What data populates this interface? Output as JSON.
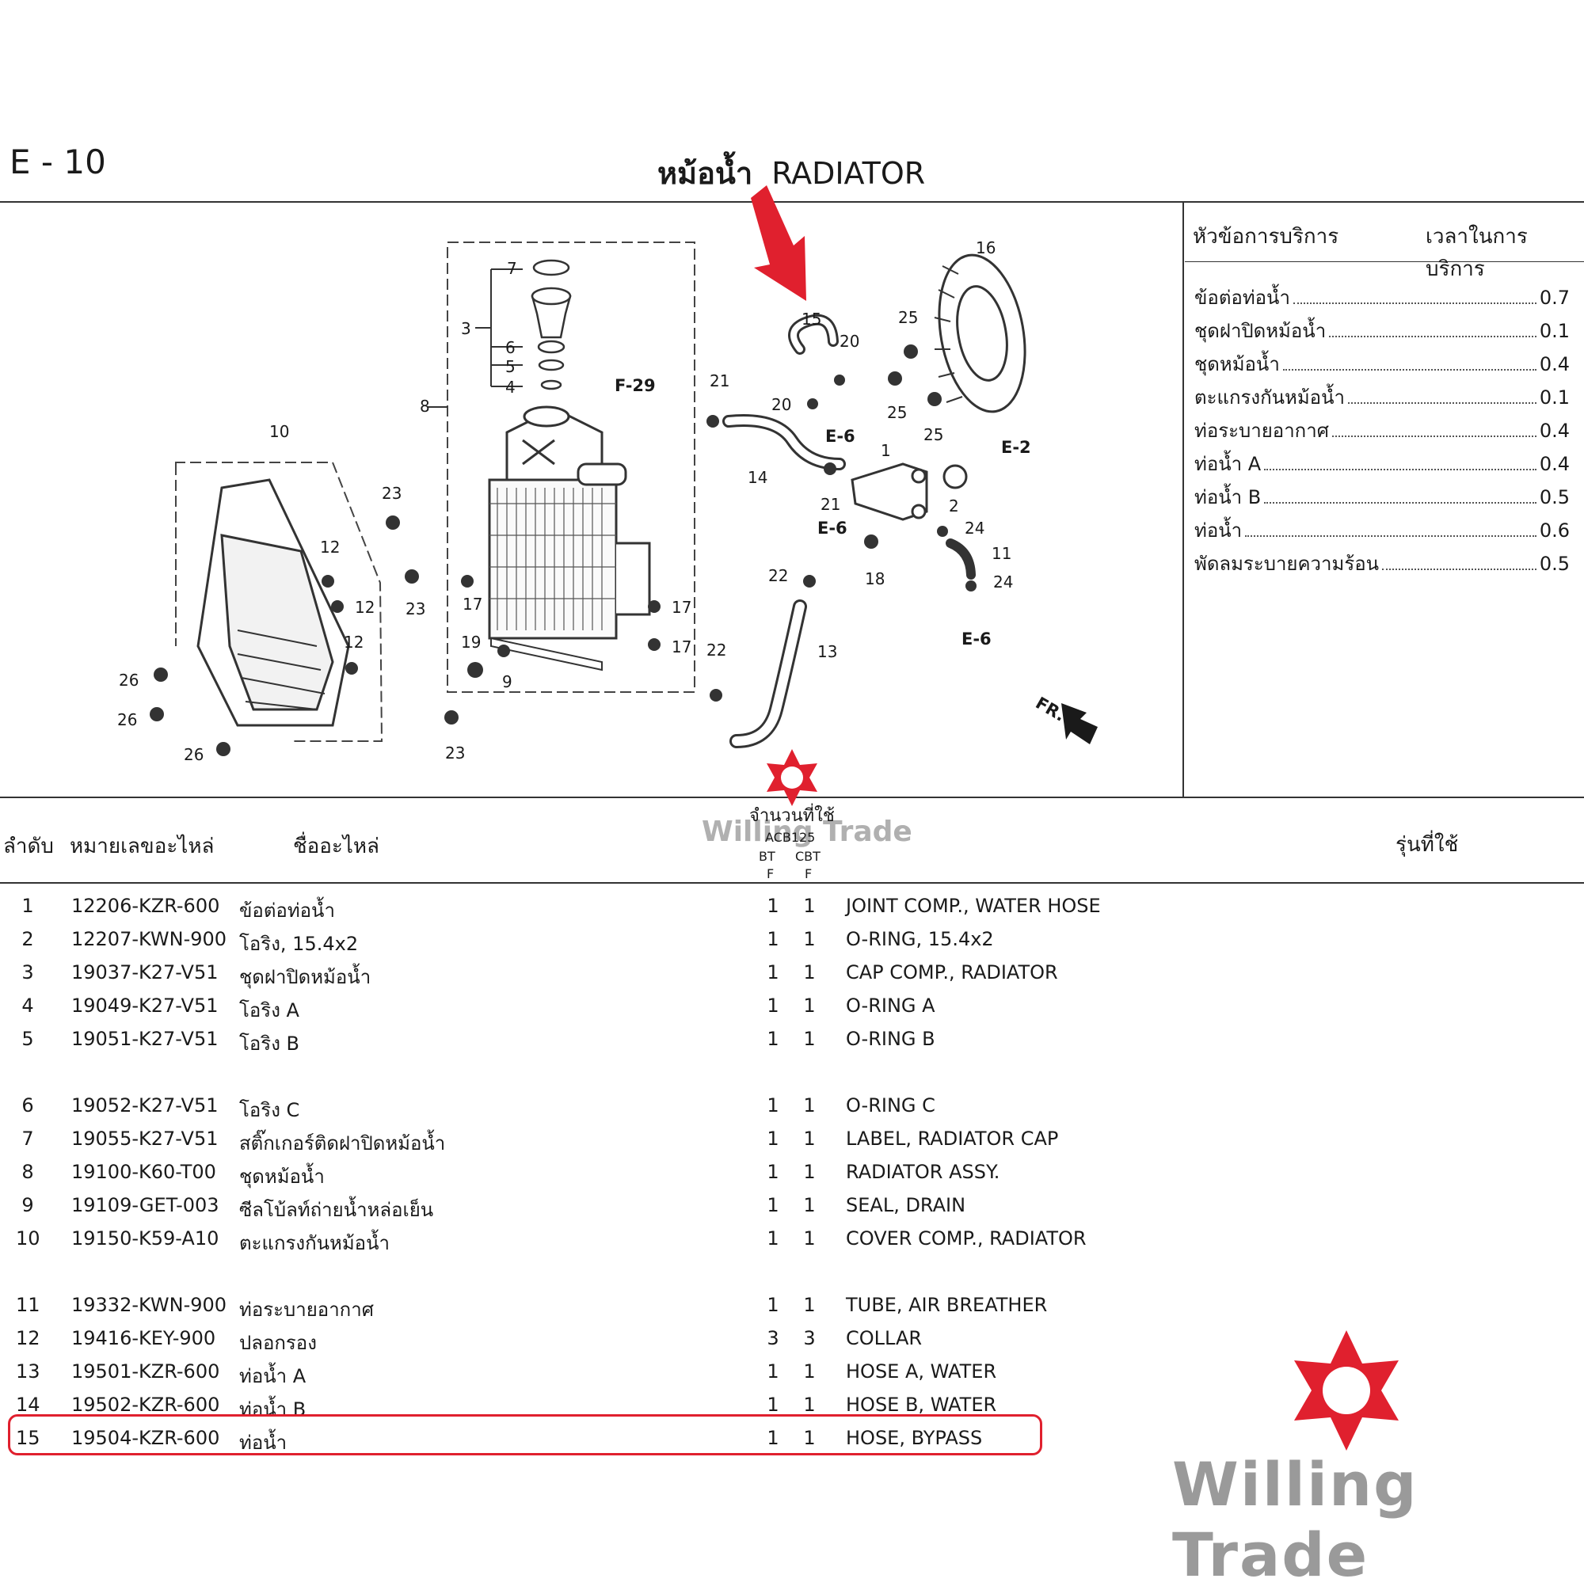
{
  "header": {
    "page_code": "E - 10",
    "title_th": "หม้อน้ำ",
    "title_en": "RADIATOR"
  },
  "service": {
    "head_item": "หัวข้อการบริการ",
    "head_time": "เวลาในการบริการ",
    "rows": [
      {
        "name": "ข้อต่อท่อน้ำ",
        "time": "0.7"
      },
      {
        "name": "ชุดฝาปิดหม้อน้ำ",
        "time": "0.1"
      },
      {
        "name": "ชุดหม้อน้ำ",
        "time": "0.4"
      },
      {
        "name": "ตะแกรงกันหม้อน้ำ",
        "time": "0.1"
      },
      {
        "name": "ท่อระบายอากาศ",
        "time": "0.4"
      },
      {
        "name": "ท่อน้ำ A",
        "time": "0.4"
      },
      {
        "name": "ท่อน้ำ B",
        "time": "0.5"
      },
      {
        "name": "ท่อน้ำ",
        "time": "0.6"
      },
      {
        "name": "พัดลมระบายความร้อน",
        "time": "0.5"
      }
    ]
  },
  "diagram": {
    "callouts": [
      "1",
      "2",
      "3",
      "4",
      "5",
      "6",
      "7",
      "8",
      "9",
      "10",
      "11",
      "12",
      "12",
      "12",
      "13",
      "14",
      "15",
      "16",
      "17",
      "17",
      "17",
      "18",
      "19",
      "20",
      "20",
      "21",
      "21",
      "22",
      "22",
      "23",
      "23",
      "23",
      "24",
      "24",
      "25",
      "25",
      "25",
      "26",
      "26",
      "26"
    ],
    "refs": [
      "F-29",
      "E-6",
      "E-6",
      "E-6",
      "E-2"
    ],
    "fr_label": "FR."
  },
  "table": {
    "head_no": "ลำดับ",
    "head_part_no": "หมายเลขอะไหล่",
    "head_name": "ชื่ออะไหล่",
    "head_qty": "จำนวนที่ใช้",
    "head_model": "ACB125",
    "col1_top": "BT",
    "col1_bot": "F",
    "col2_top": "CBT",
    "col2_bot": "F",
    "head_usage": "รุ่นที่ใช้",
    "rows": [
      {
        "no": "1",
        "part": "12206-KZR-600",
        "th": "ข้อต่อท่อน้ำ",
        "q1": "1",
        "q2": "1",
        "en": "JOINT COMP., WATER HOSE"
      },
      {
        "no": "2",
        "part": "12207-KWN-900",
        "th": "โอริง, 15.4x2",
        "q1": "1",
        "q2": "1",
        "en": "O-RING, 15.4x2"
      },
      {
        "no": "3",
        "part": "19037-K27-V51",
        "th": "ชุดฝาปิดหม้อน้ำ",
        "q1": "1",
        "q2": "1",
        "en": "CAP COMP., RADIATOR"
      },
      {
        "no": "4",
        "part": "19049-K27-V51",
        "th": "โอริง A",
        "q1": "1",
        "q2": "1",
        "en": "O-RING A"
      },
      {
        "no": "5",
        "part": "19051-K27-V51",
        "th": "โอริง B",
        "q1": "1",
        "q2": "1",
        "en": "O-RING B"
      },
      {
        "no": "6",
        "part": "19052-K27-V51",
        "th": "โอริง C",
        "q1": "1",
        "q2": "1",
        "en": "O-RING C"
      },
      {
        "no": "7",
        "part": "19055-K27-V51",
        "th": "สติ๊กเกอร์ติดฝาปิดหม้อน้ำ",
        "q1": "1",
        "q2": "1",
        "en": "LABEL, RADIATOR CAP"
      },
      {
        "no": "8",
        "part": "19100-K60-T00",
        "th": "ชุดหม้อน้ำ",
        "q1": "1",
        "q2": "1",
        "en": "RADIATOR ASSY."
      },
      {
        "no": "9",
        "part": "19109-GET-003",
        "th": "ซีลโบ้ลท์ถ่ายน้ำหล่อเย็น",
        "q1": "1",
        "q2": "1",
        "en": "SEAL, DRAIN"
      },
      {
        "no": "10",
        "part": "19150-K59-A10",
        "th": "ตะแกรงกันหม้อน้ำ",
        "q1": "1",
        "q2": "1",
        "en": "COVER COMP., RADIATOR"
      },
      {
        "no": "11",
        "part": "19332-KWN-900",
        "th": "ท่อระบายอากาศ",
        "q1": "1",
        "q2": "1",
        "en": "TUBE, AIR BREATHER"
      },
      {
        "no": "12",
        "part": "19416-KEY-900",
        "th": "ปลอกรอง",
        "q1": "3",
        "q2": "3",
        "en": "COLLAR"
      },
      {
        "no": "13",
        "part": "19501-KZR-600",
        "th": "ท่อน้ำ A",
        "q1": "1",
        "q2": "1",
        "en": "HOSE A, WATER"
      },
      {
        "no": "14",
        "part": "19502-KZR-600",
        "th": "ท่อน้ำ B",
        "q1": "1",
        "q2": "1",
        "en": "HOSE B, WATER"
      },
      {
        "no": "15",
        "part": "19504-KZR-600",
        "th": "ท่อน้ำ",
        "q1": "1",
        "q2": "1",
        "en": "HOSE, BYPASS"
      }
    ]
  },
  "watermark": {
    "brand": "Willing Trade",
    "accent": "#e0202e",
    "color": "#9a9a9a"
  }
}
